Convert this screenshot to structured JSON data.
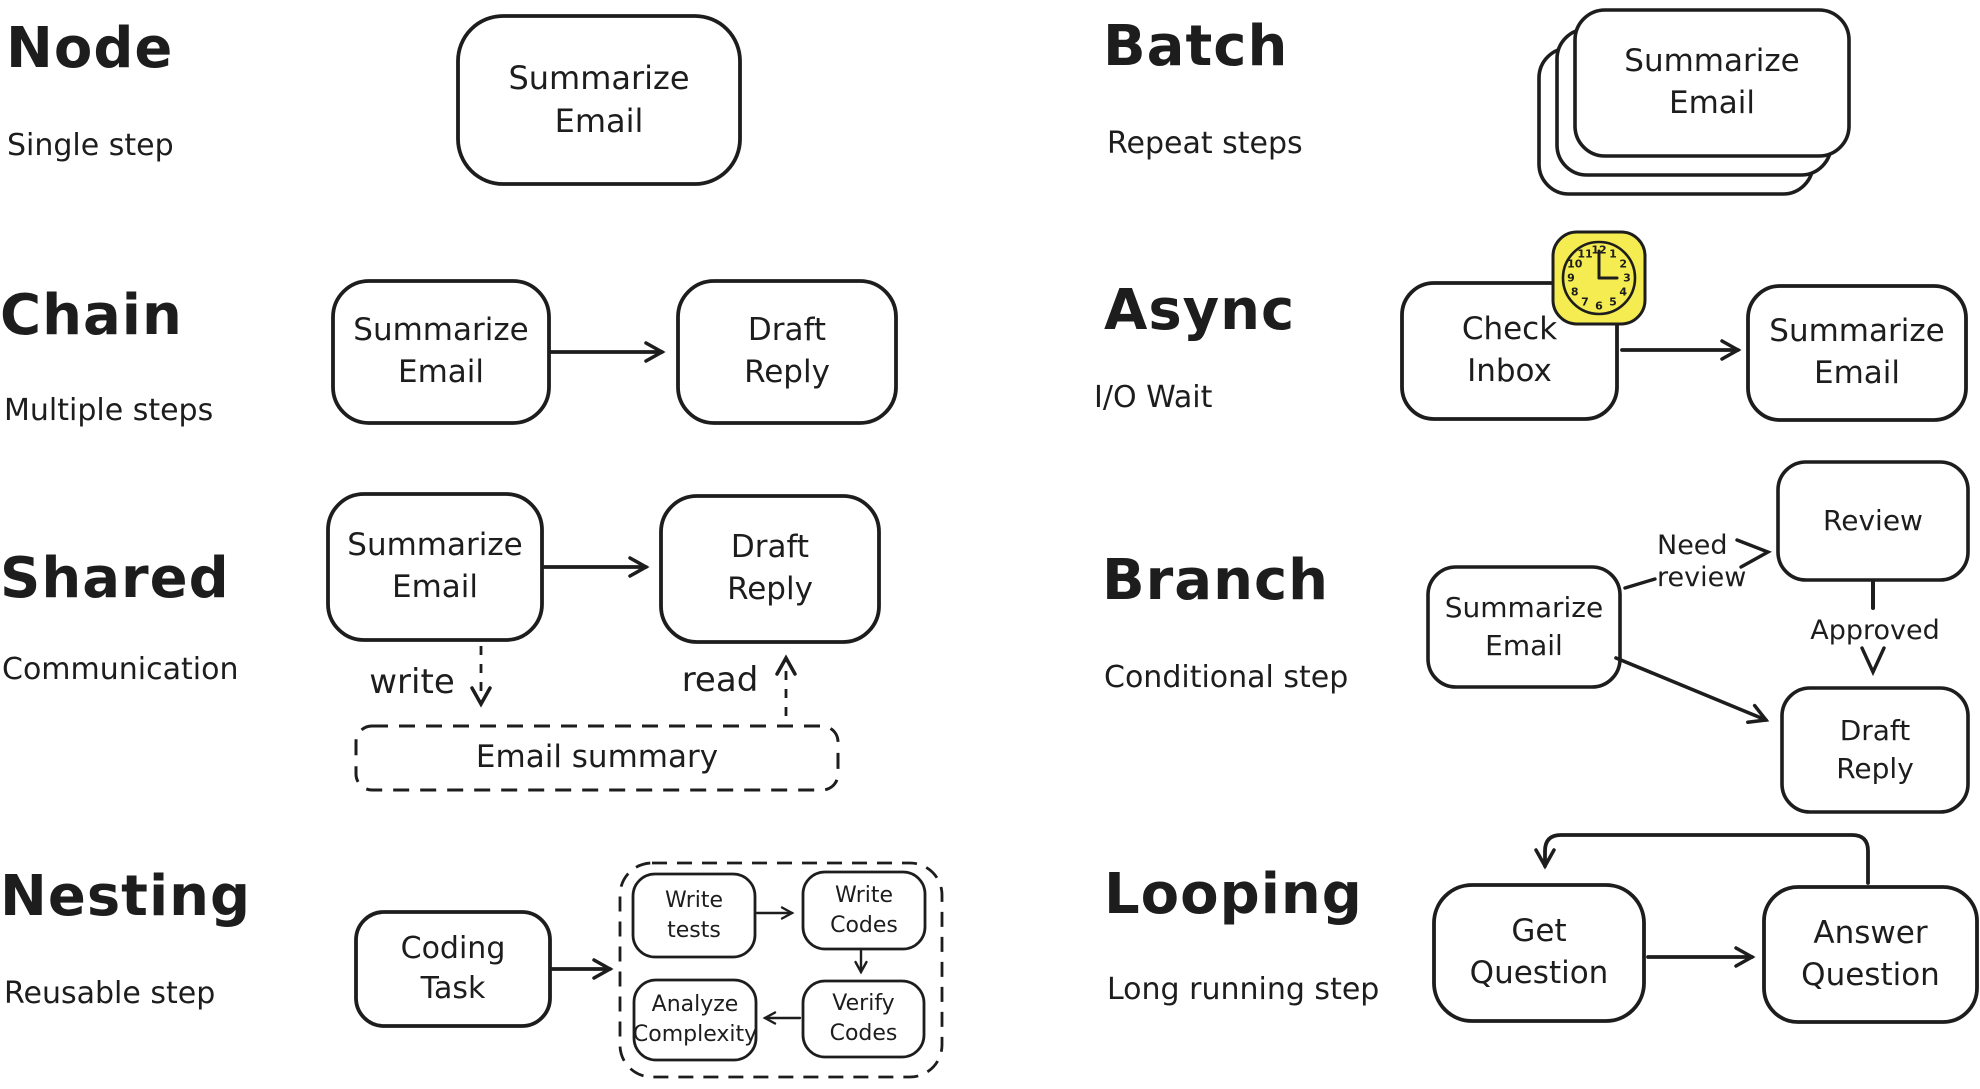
{
  "canvas": {
    "background_color": "#ffffff",
    "ink_color": "#1d1d1d",
    "clock_fill_color": "#f5ec51"
  },
  "sections": {
    "node": {
      "title": "Node",
      "subtitle": "Single step",
      "box_label": "Summarize\nEmail"
    },
    "chain": {
      "title": "Chain",
      "subtitle": "Multiple steps",
      "box1_label": "Summarize\nEmail",
      "box2_label": "Draft\nReply"
    },
    "shared": {
      "title": "Shared",
      "subtitle": "Communication",
      "box1_label": "Summarize\nEmail",
      "box2_label": "Draft\nReply",
      "write_label": "write",
      "read_label": "read",
      "store_label": "Email summary"
    },
    "nesting": {
      "title": "Nesting",
      "subtitle": "Reusable step",
      "box_label": "Coding\nTask",
      "inner_box1_label": "Write\ntests",
      "inner_box2_label": "Write\nCodes",
      "inner_box3_label": "Verify\nCodes",
      "inner_box4_label": "Analyze\nComplexity"
    },
    "batch": {
      "title": "Batch",
      "subtitle": "Repeat steps",
      "box_label": "Summarize\nEmail"
    },
    "async": {
      "title": "Async",
      "subtitle": "I/O Wait",
      "box1_label": "Check\nInbox",
      "box2_label": "Summarize\nEmail",
      "clock_icon": "clock-icon",
      "clock_numbers": [
        "12",
        "1",
        "2",
        "3",
        "4",
        "5",
        "6",
        "7",
        "8",
        "9",
        "10",
        "11"
      ]
    },
    "branch": {
      "title": "Branch",
      "subtitle": "Conditional step",
      "box1_label": "Summarize\nEmail",
      "box2_label": "Review",
      "box3_label": "Draft\nReply",
      "edge_label_need_review": "Need\nreview",
      "edge_label_approved": "Approved"
    },
    "looping": {
      "title": "Looping",
      "subtitle": "Long running step",
      "box1_label": "Get\nQuestion",
      "box2_label": "Answer\nQuestion"
    }
  }
}
